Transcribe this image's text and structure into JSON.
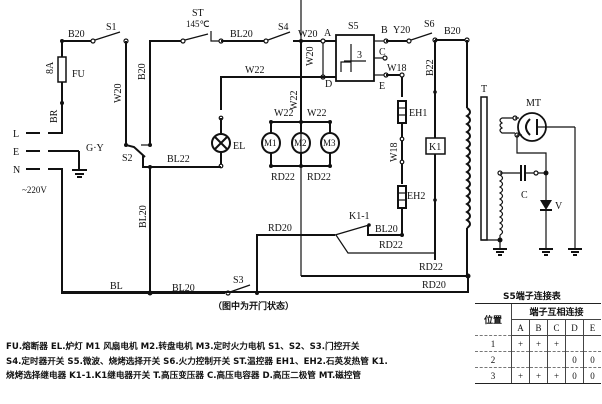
{
  "power": {
    "line": "L",
    "earth": "E",
    "neutral": "N",
    "voltage": "~220V",
    "ground_wire": "G·Y"
  },
  "fuse": {
    "label": "FU",
    "rating": "8A"
  },
  "wires": {
    "fuse_top": "B20",
    "fuse_bottom": "BR",
    "s1_down": "W20",
    "st_down": "B20",
    "st_s4": "BL20",
    "s4_s5": "W20",
    "s5_vert": "W20",
    "lamp_top": "W22",
    "motor_feed": "W22",
    "motor_left": "W22",
    "motor_right": "W22",
    "motor_bottom_left": "RD22",
    "motor_bottom_right": "RD22",
    "s5_s6": "Y20",
    "s6_t": "B20",
    "s6_k1": "B22",
    "s5_eh1": "W18",
    "eh_mid": "W18",
    "s2_lamp": "BL22",
    "s2_down": "BL20",
    "k11_eh2": "BL20",
    "k11_rd22": "RD22",
    "k11_left": "RD20",
    "k1_bottom": "RD22",
    "t_bottom": "RD20",
    "neutral_return": "BL",
    "s3_left": "BL20"
  },
  "components": {
    "s1": "S1",
    "s2": "S2",
    "s3": "S3",
    "s4": "S4",
    "s5": "S5",
    "s5_center": "3",
    "s6": "S6",
    "st": "ST",
    "st_temp": "145℃",
    "el": "EL",
    "m1": "M1",
    "m2": "M2",
    "m3": "M3",
    "eh1": "EH1",
    "eh2": "EH2",
    "k1": "K1",
    "k1_1": "K1-1",
    "t": "T",
    "mt": "MT",
    "c": "C",
    "v": "V",
    "term_a": "A",
    "term_b": "B",
    "term_c": "C",
    "term_d": "D",
    "term_e": "E"
  },
  "note": "（图中为开门状态）",
  "s5_table": {
    "title": "S5端子连接表",
    "position_header": "位置",
    "group_header": "端子互相连接",
    "columns": [
      "A",
      "B",
      "C",
      "D",
      "E"
    ],
    "rows": [
      {
        "pos": "1",
        "cells": [
          "+",
          "+",
          "+",
          "",
          ""
        ]
      },
      {
        "pos": "2",
        "cells": [
          "",
          "",
          "",
          "0",
          "0"
        ]
      },
      {
        "pos": "3",
        "cells": [
          "+",
          "+",
          "+",
          "0",
          "0"
        ]
      }
    ]
  },
  "legend": {
    "line1": "FU.熔断器  EL.炉灯  M1 风扇电机  M2.转盘电机  M3.定时火力电机  S1、S2、S3.门控开关",
    "line2": "S4.定时器开关 S5.微波、烧烤选择开关   S6.火力控制开关  ST.温控器  EH1、EH2.石英发热管  K1.",
    "line3": "烧烤选择继电器 K1-1.K1继电器开关   T.高压变压器  C.高压电容器  D.高压二极管   MT.磁控管"
  }
}
